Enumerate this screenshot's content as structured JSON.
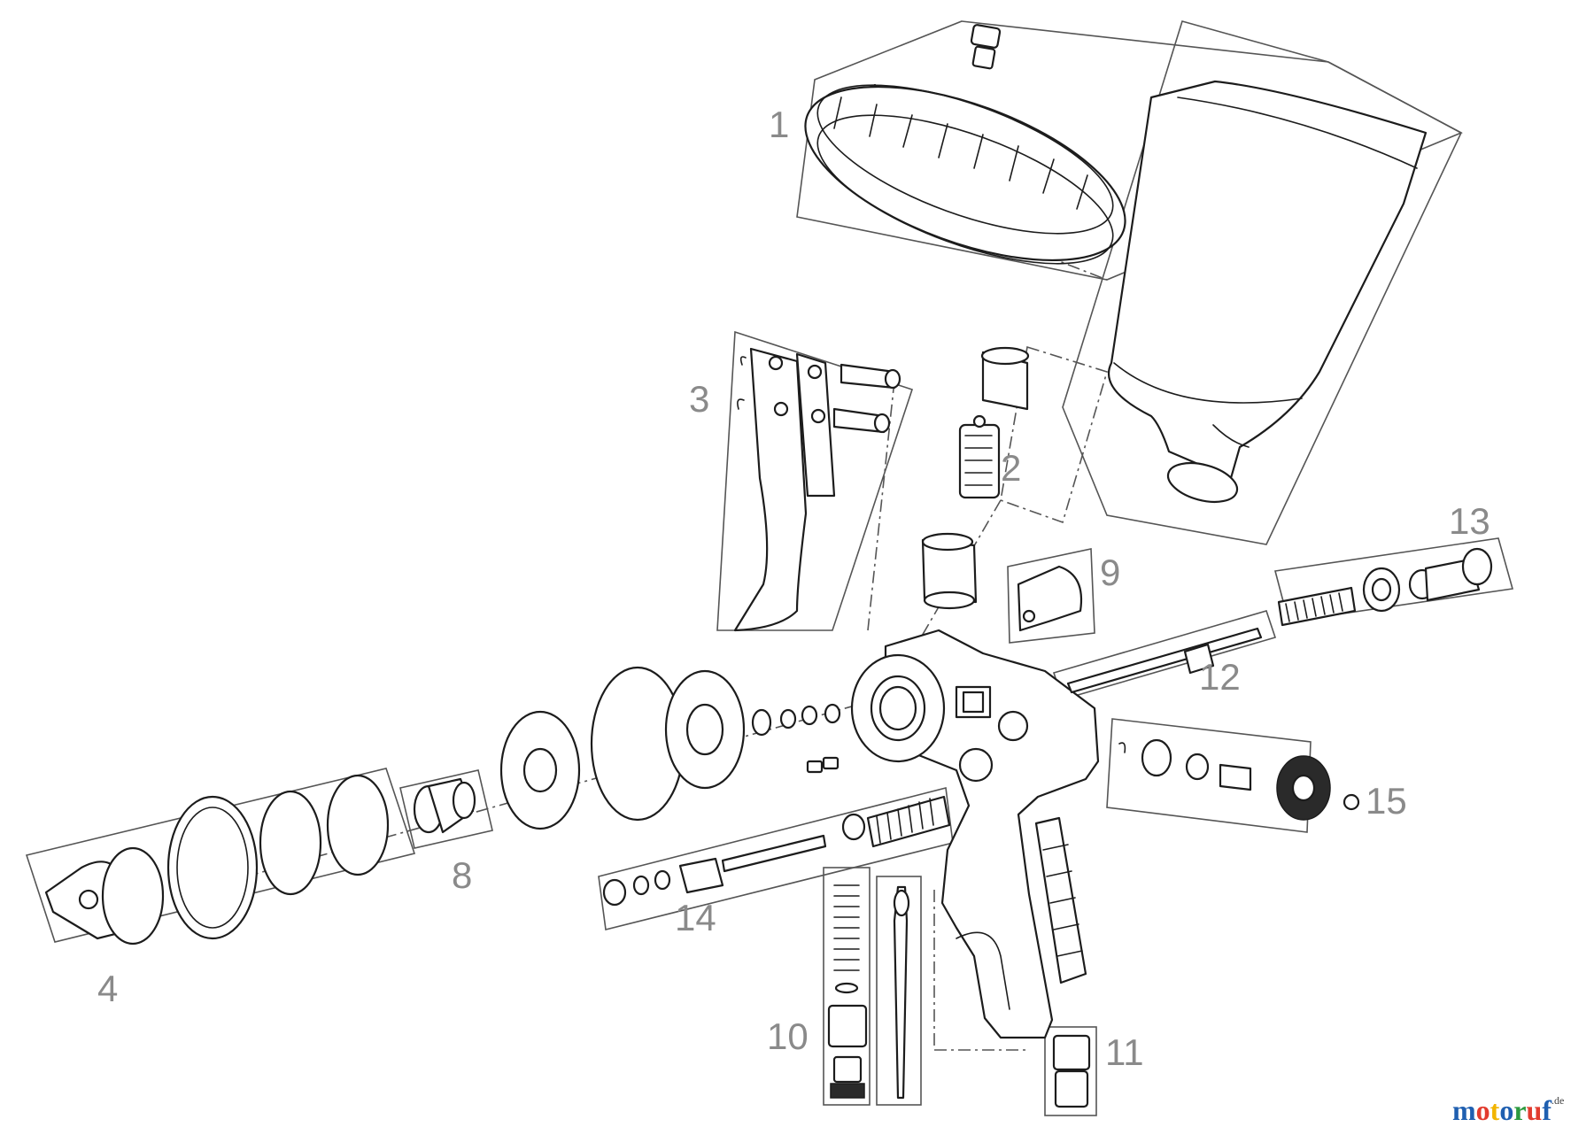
{
  "callouts": {
    "c1": "1",
    "c2": "2",
    "c3": "3",
    "c4": "4",
    "c8": "8",
    "c9": "9",
    "c10": "10",
    "c11": "11",
    "c12": "12",
    "c13": "13",
    "c14": "14",
    "c15": "15"
  },
  "watermark": {
    "letters": [
      "m",
      "o",
      "t",
      "o",
      "r",
      "u",
      "f"
    ],
    "colors": [
      "#1f5fb0",
      "#e23b2e",
      "#f2b400",
      "#1f5fb0",
      "#2c9a3f",
      "#e23b2e",
      "#1f5fb0"
    ],
    "suffix": ".de"
  }
}
